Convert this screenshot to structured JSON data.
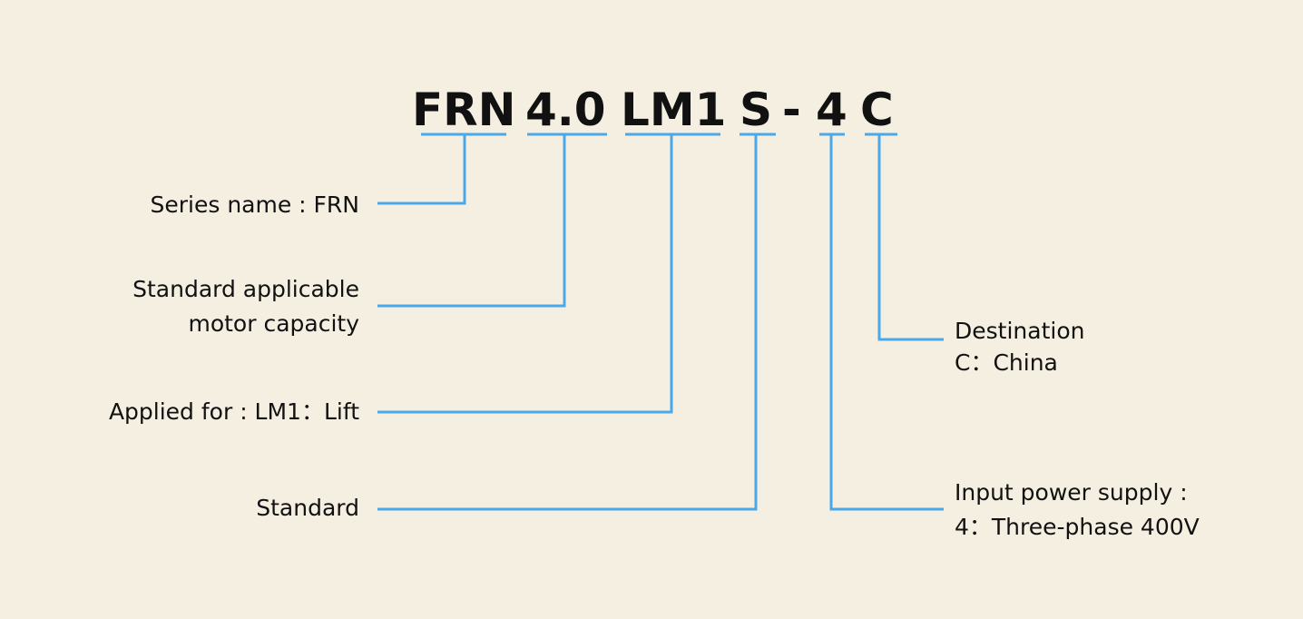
{
  "model_code": {
    "series": "FRN",
    "capacity": "4.0",
    "application": "LM1",
    "variant": "S",
    "dash": "-",
    "voltage": "4",
    "destination": "C"
  },
  "descriptions": {
    "series": "Series name : FRN",
    "capacity_line1": "Standard applicable",
    "capacity_line2": "motor capacity",
    "application": "Applied for : LM1：Lift",
    "variant": "Standard",
    "destination_line1": "Destination",
    "destination_line2": "C：China",
    "voltage_line1": "Input power supply :",
    "voltage_line2": "4：Three-phase 400V"
  },
  "colors": {
    "background": "#f5efe2",
    "connector": "#4aa8e8",
    "text": "#111111"
  }
}
